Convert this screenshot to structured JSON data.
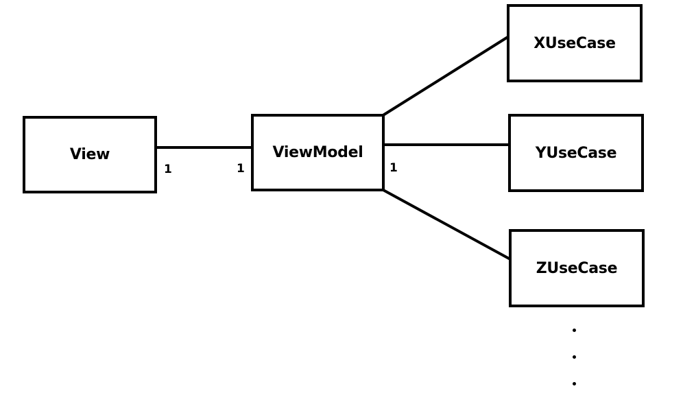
{
  "boxes": {
    "view": "View",
    "viewmodel": "ViewModel",
    "xusecase": "XUseCase",
    "yusecase": "YUseCase",
    "zusecase": "ZUseCase"
  },
  "multiplicities": {
    "view_side": "1",
    "viewmodel_left": "1",
    "viewmodel_right": "1"
  },
  "colors": {
    "line": "#000000",
    "background": "#ffffff"
  }
}
